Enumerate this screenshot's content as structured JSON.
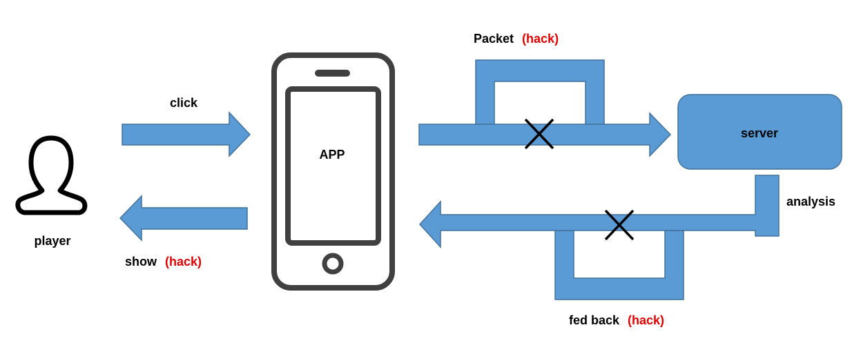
{
  "labels": {
    "player": "player",
    "click": "click",
    "show": "show",
    "app": "APP",
    "packet": "Packet",
    "server": "server",
    "analysis": "analysis",
    "fed_back": "fed back",
    "hack_packet": "(hack)",
    "hack_show": "(hack)",
    "hack_fed_back": "(hack)"
  },
  "colors": {
    "arrow_fill": "#5b9bd5",
    "arrow_stroke": "#41719c",
    "icon_stroke": "#000000",
    "phone_stroke": "#404040",
    "hack_text": "#e00000",
    "cross": "#000000"
  },
  "icons": {
    "player": "person-outline-icon",
    "app": "smartphone-icon",
    "blocked": "cross-icon"
  }
}
